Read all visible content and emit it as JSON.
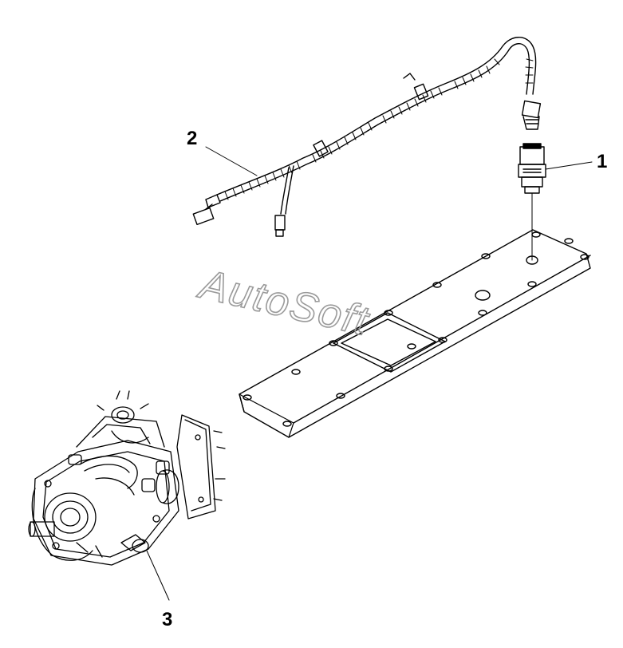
{
  "callouts": {
    "c1": "1",
    "c2": "2",
    "c3": "3"
  },
  "watermark": {
    "text": "AutoSoft"
  },
  "colors": {
    "line": "#000000",
    "background": "#ffffff",
    "watermark_stroke": "#9a9a9a"
  }
}
